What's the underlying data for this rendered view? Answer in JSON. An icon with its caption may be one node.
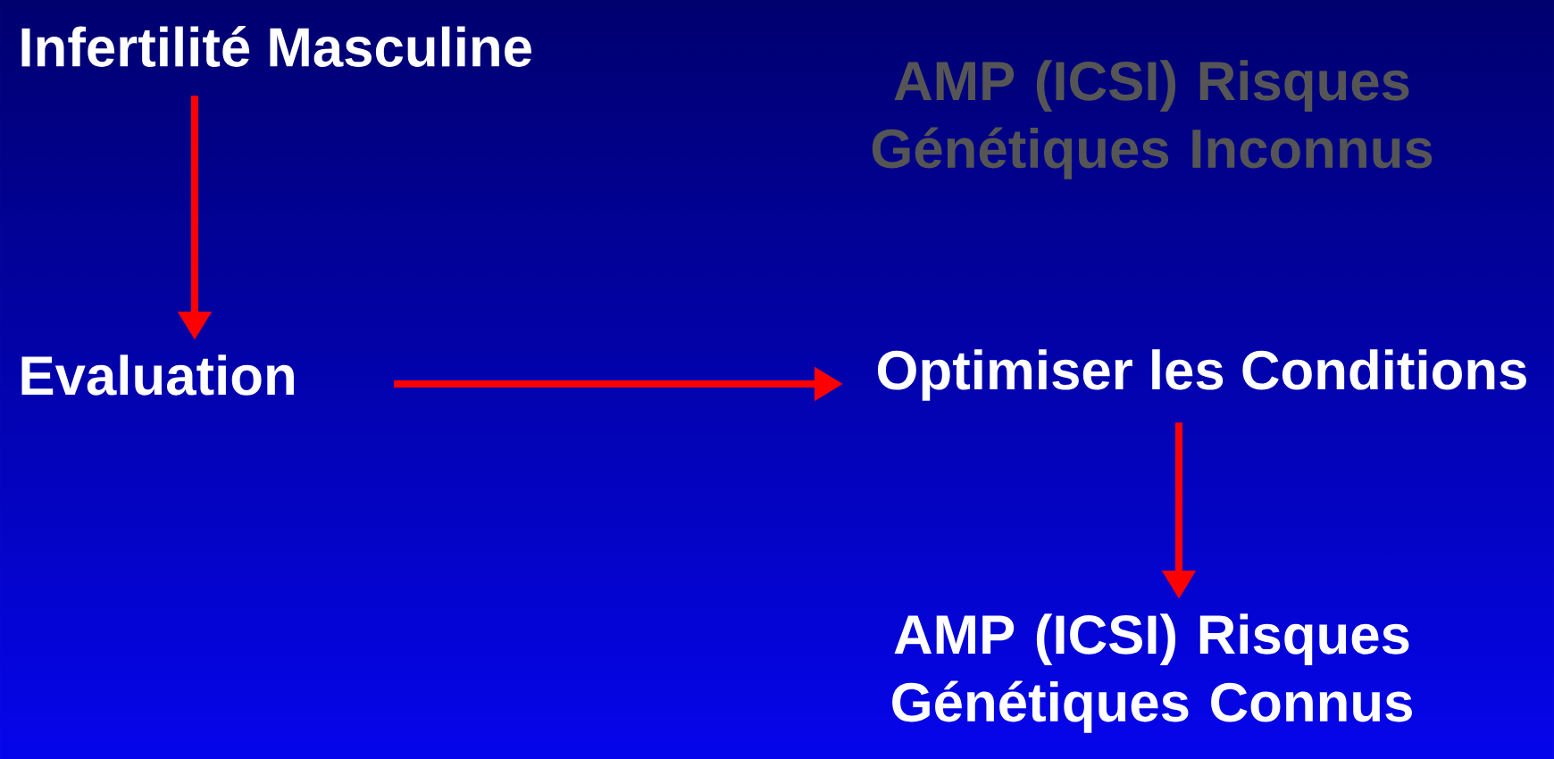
{
  "diagram": {
    "nodes": [
      {
        "text": [
          "Infertilité Masculine"
        ]
      },
      {
        "text": [
          "Evaluation"
        ]
      },
      {
        "text": [
          "Optimiser les Conditions"
        ]
      },
      {
        "text": [
          "AMP (ICSI) Risques Génétiques Connus"
        ]
      }
    ],
    "edges": [
      {
        "from": 0,
        "to": 1,
        "arrow": "to"
      },
      {
        "from": 1,
        "to": 2,
        "arrow": "to"
      },
      {
        "from": 2,
        "to": 3,
        "arrow": "to"
      }
    ],
    "labels": [
      "AMP (ICSI) Risques Génétiques Inconnus"
    ]
  }
}
